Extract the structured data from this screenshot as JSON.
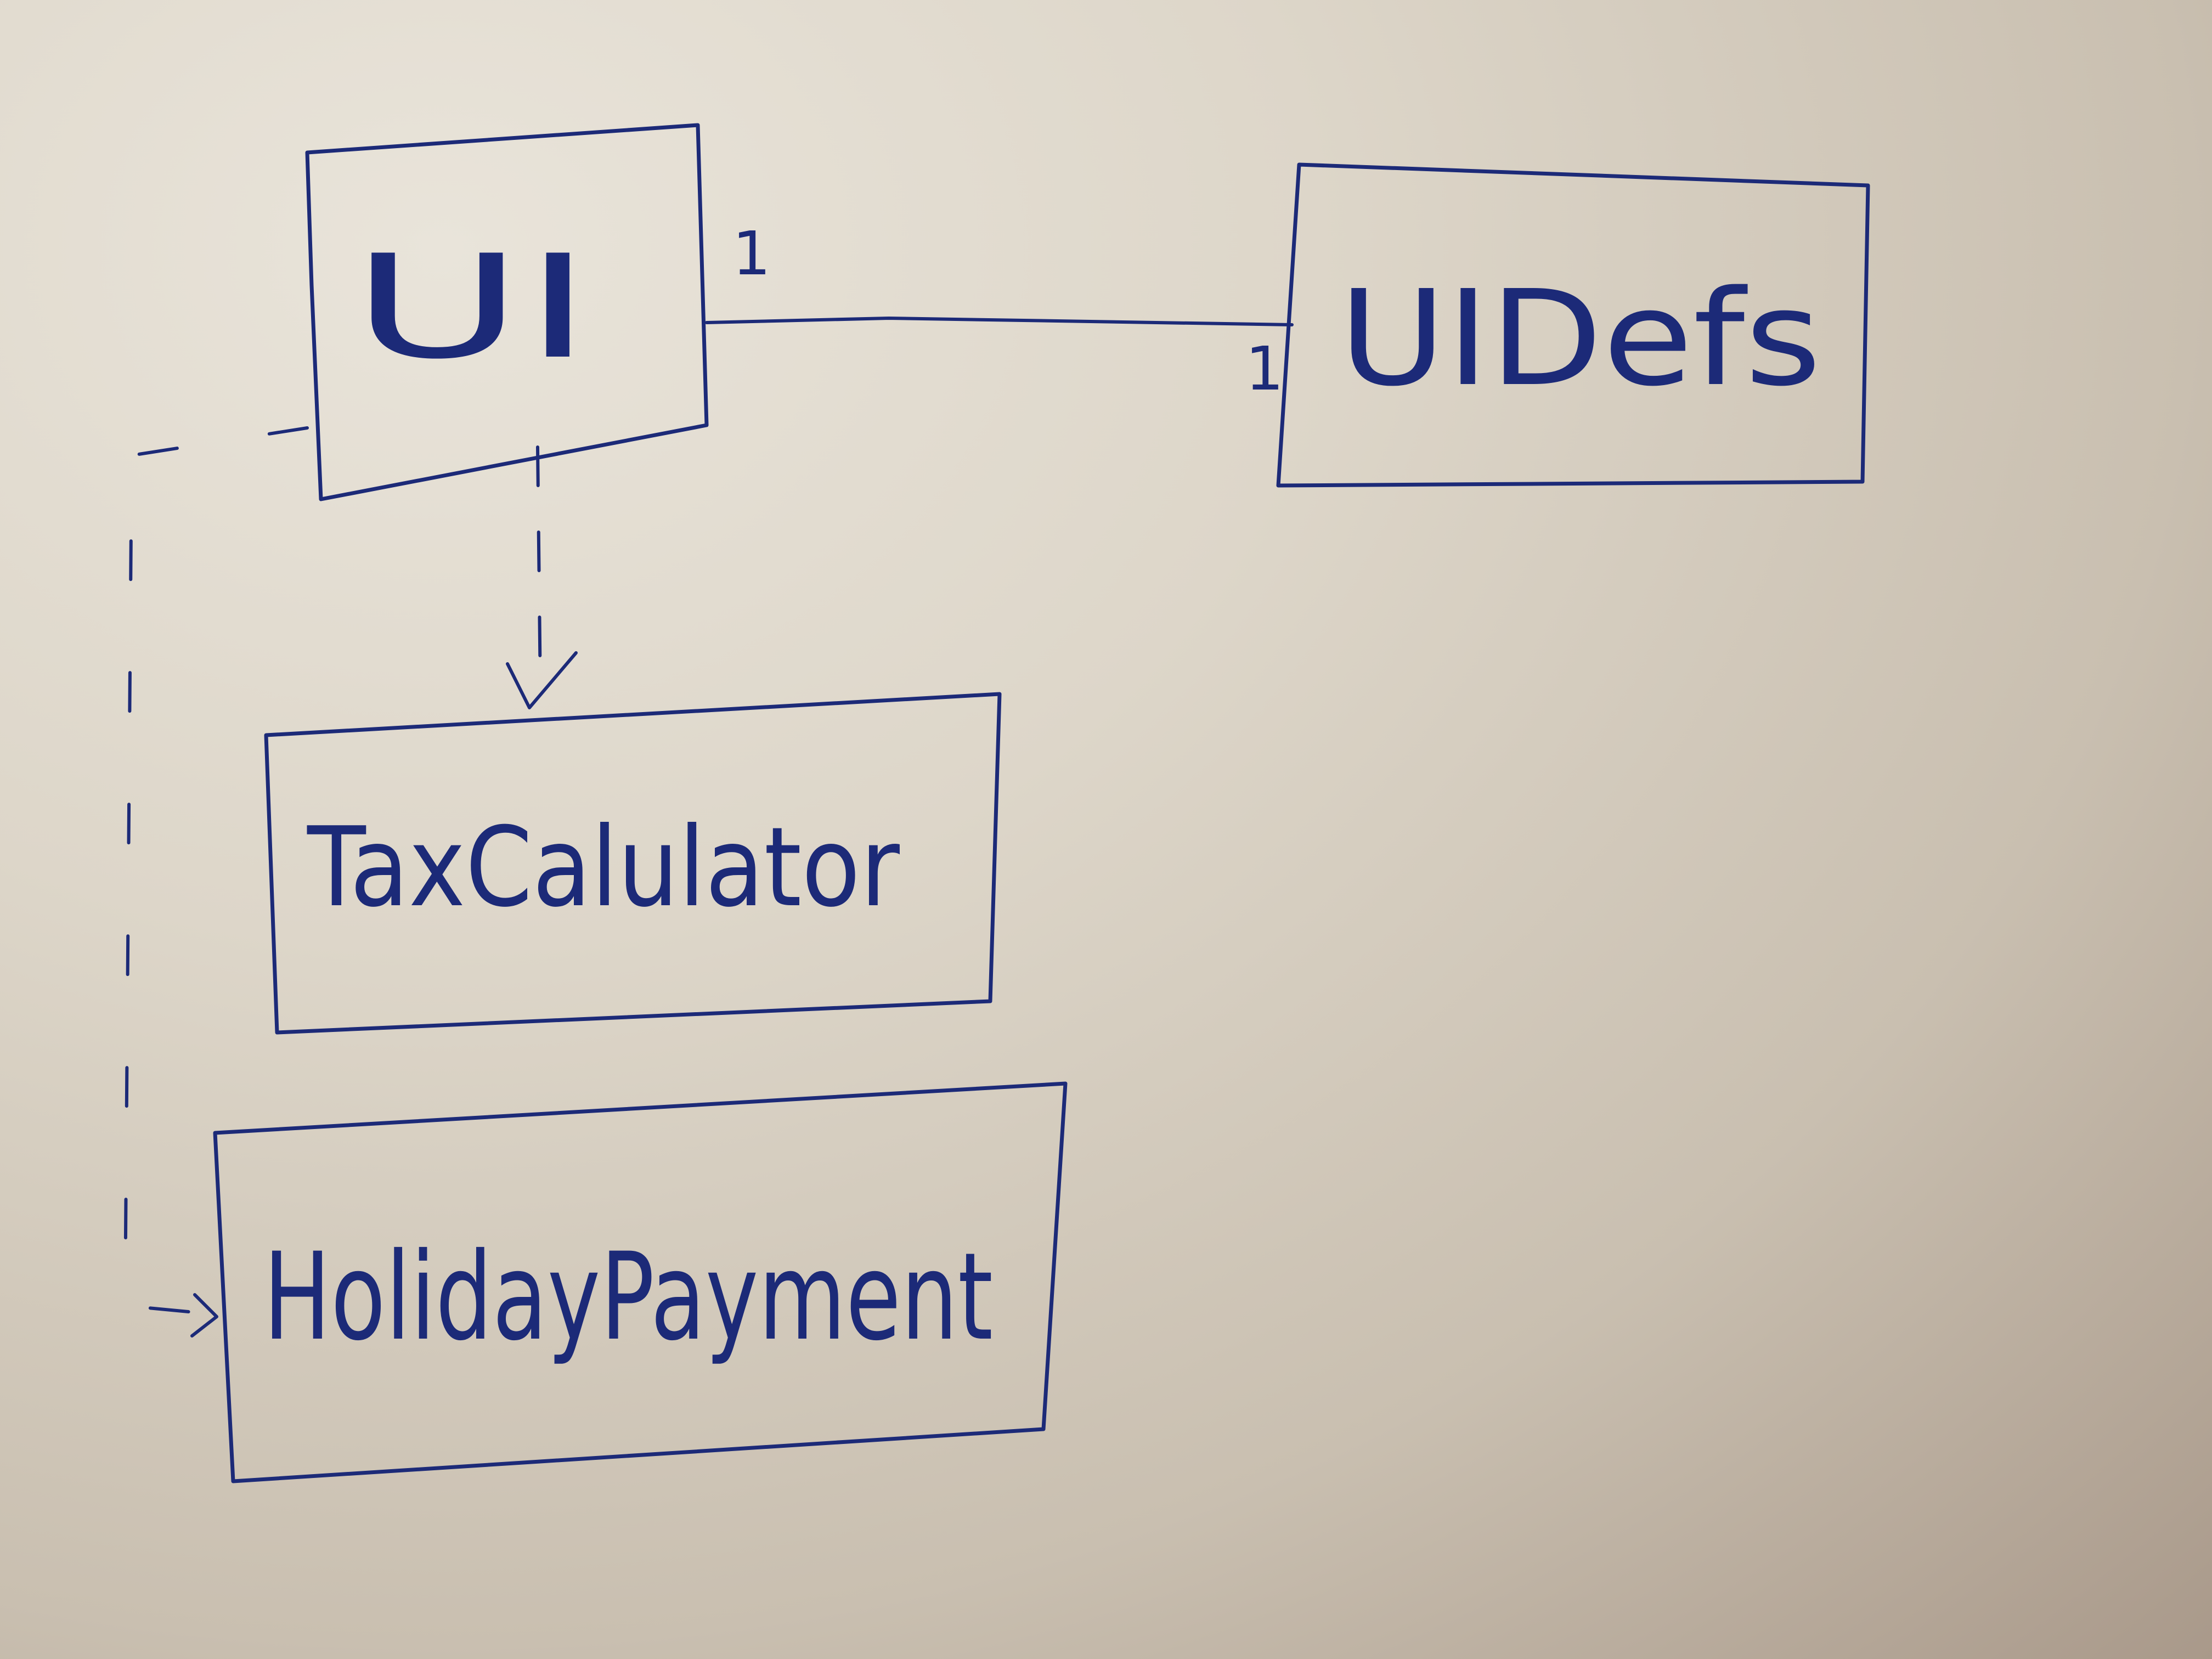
{
  "diagram": {
    "classes": [
      {
        "id": "ui",
        "label": "UI"
      },
      {
        "id": "uidefs",
        "label": "UIDefs"
      },
      {
        "id": "taxcalc",
        "label": "TaxCalulator"
      },
      {
        "id": "holiday",
        "label": "HolidayPayment"
      }
    ],
    "associations": [
      {
        "from": "ui",
        "to": "uidefs",
        "type": "association",
        "from_multiplicity": "1",
        "to_multiplicity": "1"
      }
    ],
    "dependencies": [
      {
        "from": "ui",
        "to": "taxcalc",
        "type": "dependency"
      },
      {
        "from": "ui",
        "to": "holiday",
        "type": "dependency"
      }
    ]
  },
  "colors": {
    "ink": "#1c2a78",
    "paper": "#ddd6c9"
  }
}
